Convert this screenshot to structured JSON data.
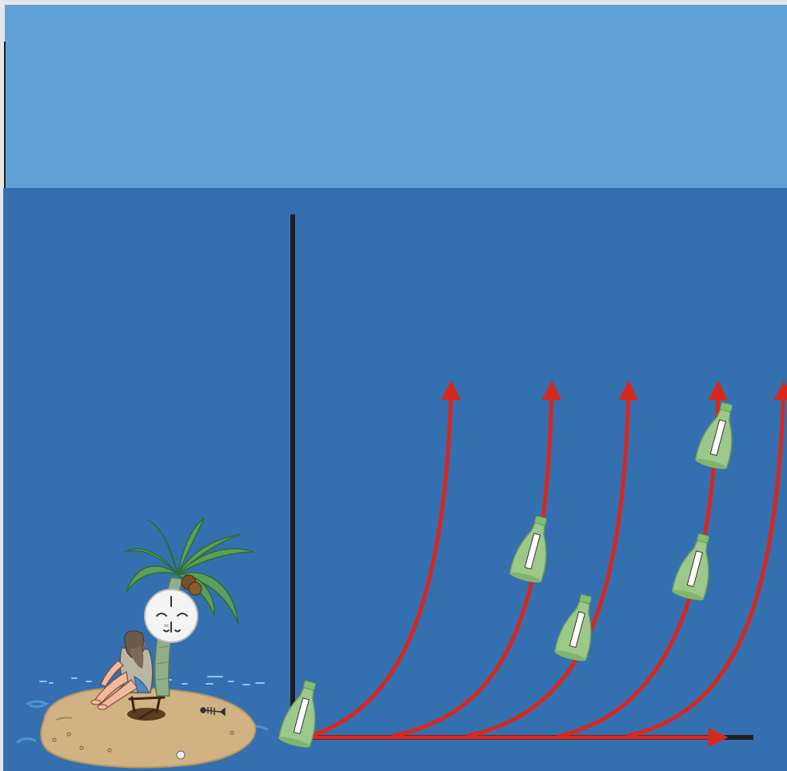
{
  "scene": {
    "colors": {
      "frame": "#e6e6e6",
      "sky": "#5fa1d6",
      "sea": "#3470b0",
      "axis": "#1f1f1f",
      "arrow": "#d7281f",
      "bottle_glass": "#9cc98a",
      "bottle_cap": "#7fbf73",
      "sand": "#d2b283",
      "palm_leaf": "#5aa05a",
      "skin": "#f2b8a0"
    },
    "icons": [
      "desert-island-icon",
      "palm-tree-icon",
      "castaway-icon",
      "volleyball-face-icon",
      "campfire-icon",
      "fish-skeleton-icon",
      "message-in-bottle-icon"
    ],
    "axes": {
      "x_arrow": true,
      "y_arrow": false
    },
    "curves": [
      {
        "name": "curve-1",
        "bottle_positions": []
      },
      {
        "name": "curve-2",
        "bottle_positions": [
          0.75
        ]
      },
      {
        "name": "curve-3",
        "bottle_positions": [
          0.45
        ]
      },
      {
        "name": "curve-4",
        "bottle_positions": [
          0.45,
          0.85
        ]
      },
      {
        "name": "curve-5",
        "bottle_positions": []
      }
    ],
    "origin_bottle": true
  }
}
